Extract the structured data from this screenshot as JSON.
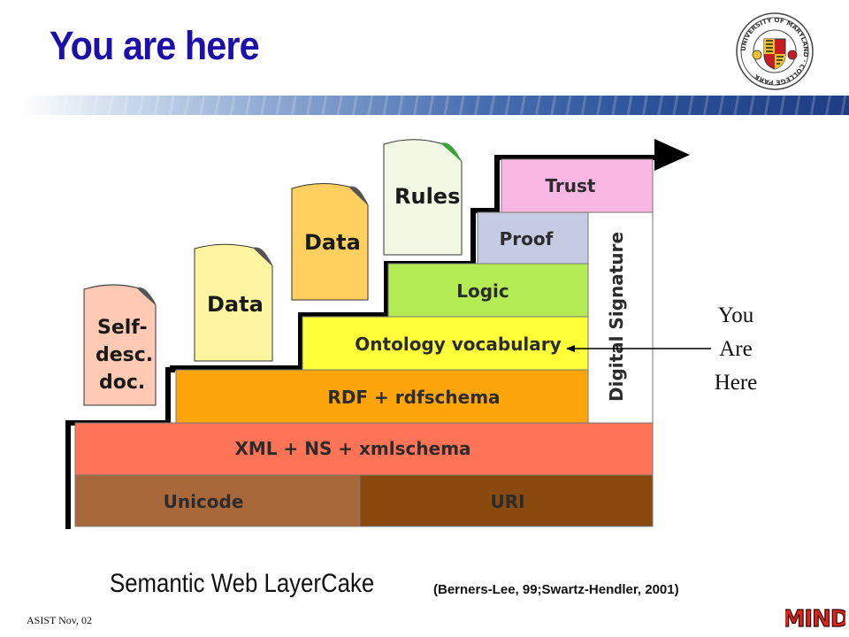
{
  "slide": {
    "title": "You are here",
    "caption": "Semantic Web LayerCake",
    "citation": "(Berners-Lee, 99;Swartz-Hendler, 2001)",
    "footer": "ASIST Nov, 02"
  },
  "diagram": {
    "layers": [
      {
        "label": "Unicode",
        "color": "#a8683a"
      },
      {
        "label": "URI",
        "color": "#8a4a0e"
      },
      {
        "label": "XML + NS + xmlschema",
        "color": "#ff7356"
      },
      {
        "label": "RDF + rdfschema",
        "color": "#ffa50c"
      },
      {
        "label": "Ontology vocabulary",
        "color": "#ffff3a"
      },
      {
        "label": "Logic",
        "color": "#b4ec55"
      },
      {
        "label": "Proof",
        "color": "#c4cbe3"
      },
      {
        "label": "Trust",
        "color": "#fbb7e3"
      },
      {
        "label": "Digital Signature",
        "color": "#ffffff"
      }
    ],
    "documents": [
      {
        "lines": [
          "Self-",
          "desc.",
          "doc."
        ],
        "fold_color": "#555555",
        "fill": "#ffc9b3"
      },
      {
        "lines": [
          "Data"
        ],
        "fold_color": "#555555",
        "fill": "#fff4a0"
      },
      {
        "lines": [
          "Data"
        ],
        "fold_color": "#555555",
        "fill": "#ffd060"
      },
      {
        "lines": [
          "Rules"
        ],
        "fold_color": "#3aa43a",
        "fill": "#f0f8e4"
      }
    ],
    "annotation": {
      "lines": [
        "You",
        "Are",
        "Here"
      ]
    }
  },
  "logos": {
    "seal_text": "UNIVERSITY OF MARYLAND · COLLEGE PARK",
    "mind_text": "MIND",
    "mind_color": "#e2231a"
  }
}
